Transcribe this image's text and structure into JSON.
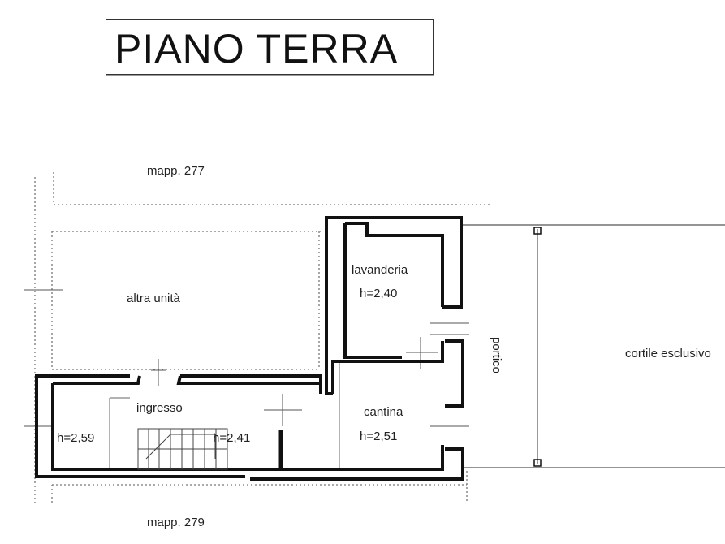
{
  "title": "PIANO TERRA",
  "neighbors": {
    "top": "mapp. 277",
    "bottom": "mapp. 279"
  },
  "rooms": {
    "altra_unita": "altra unità",
    "lavanderia": "lavanderia",
    "lavanderia_h": "h=2,40",
    "ingresso": "ingresso",
    "ingresso_h": "h=2,59",
    "stair_h": "h=2,41",
    "cantina": "cantina",
    "cantina_h": "h=2,51",
    "portico": "portico",
    "cortile": "cortile esclusivo"
  },
  "colors": {
    "wall": "#111111",
    "line": "#555555",
    "dotted": "#777777"
  }
}
